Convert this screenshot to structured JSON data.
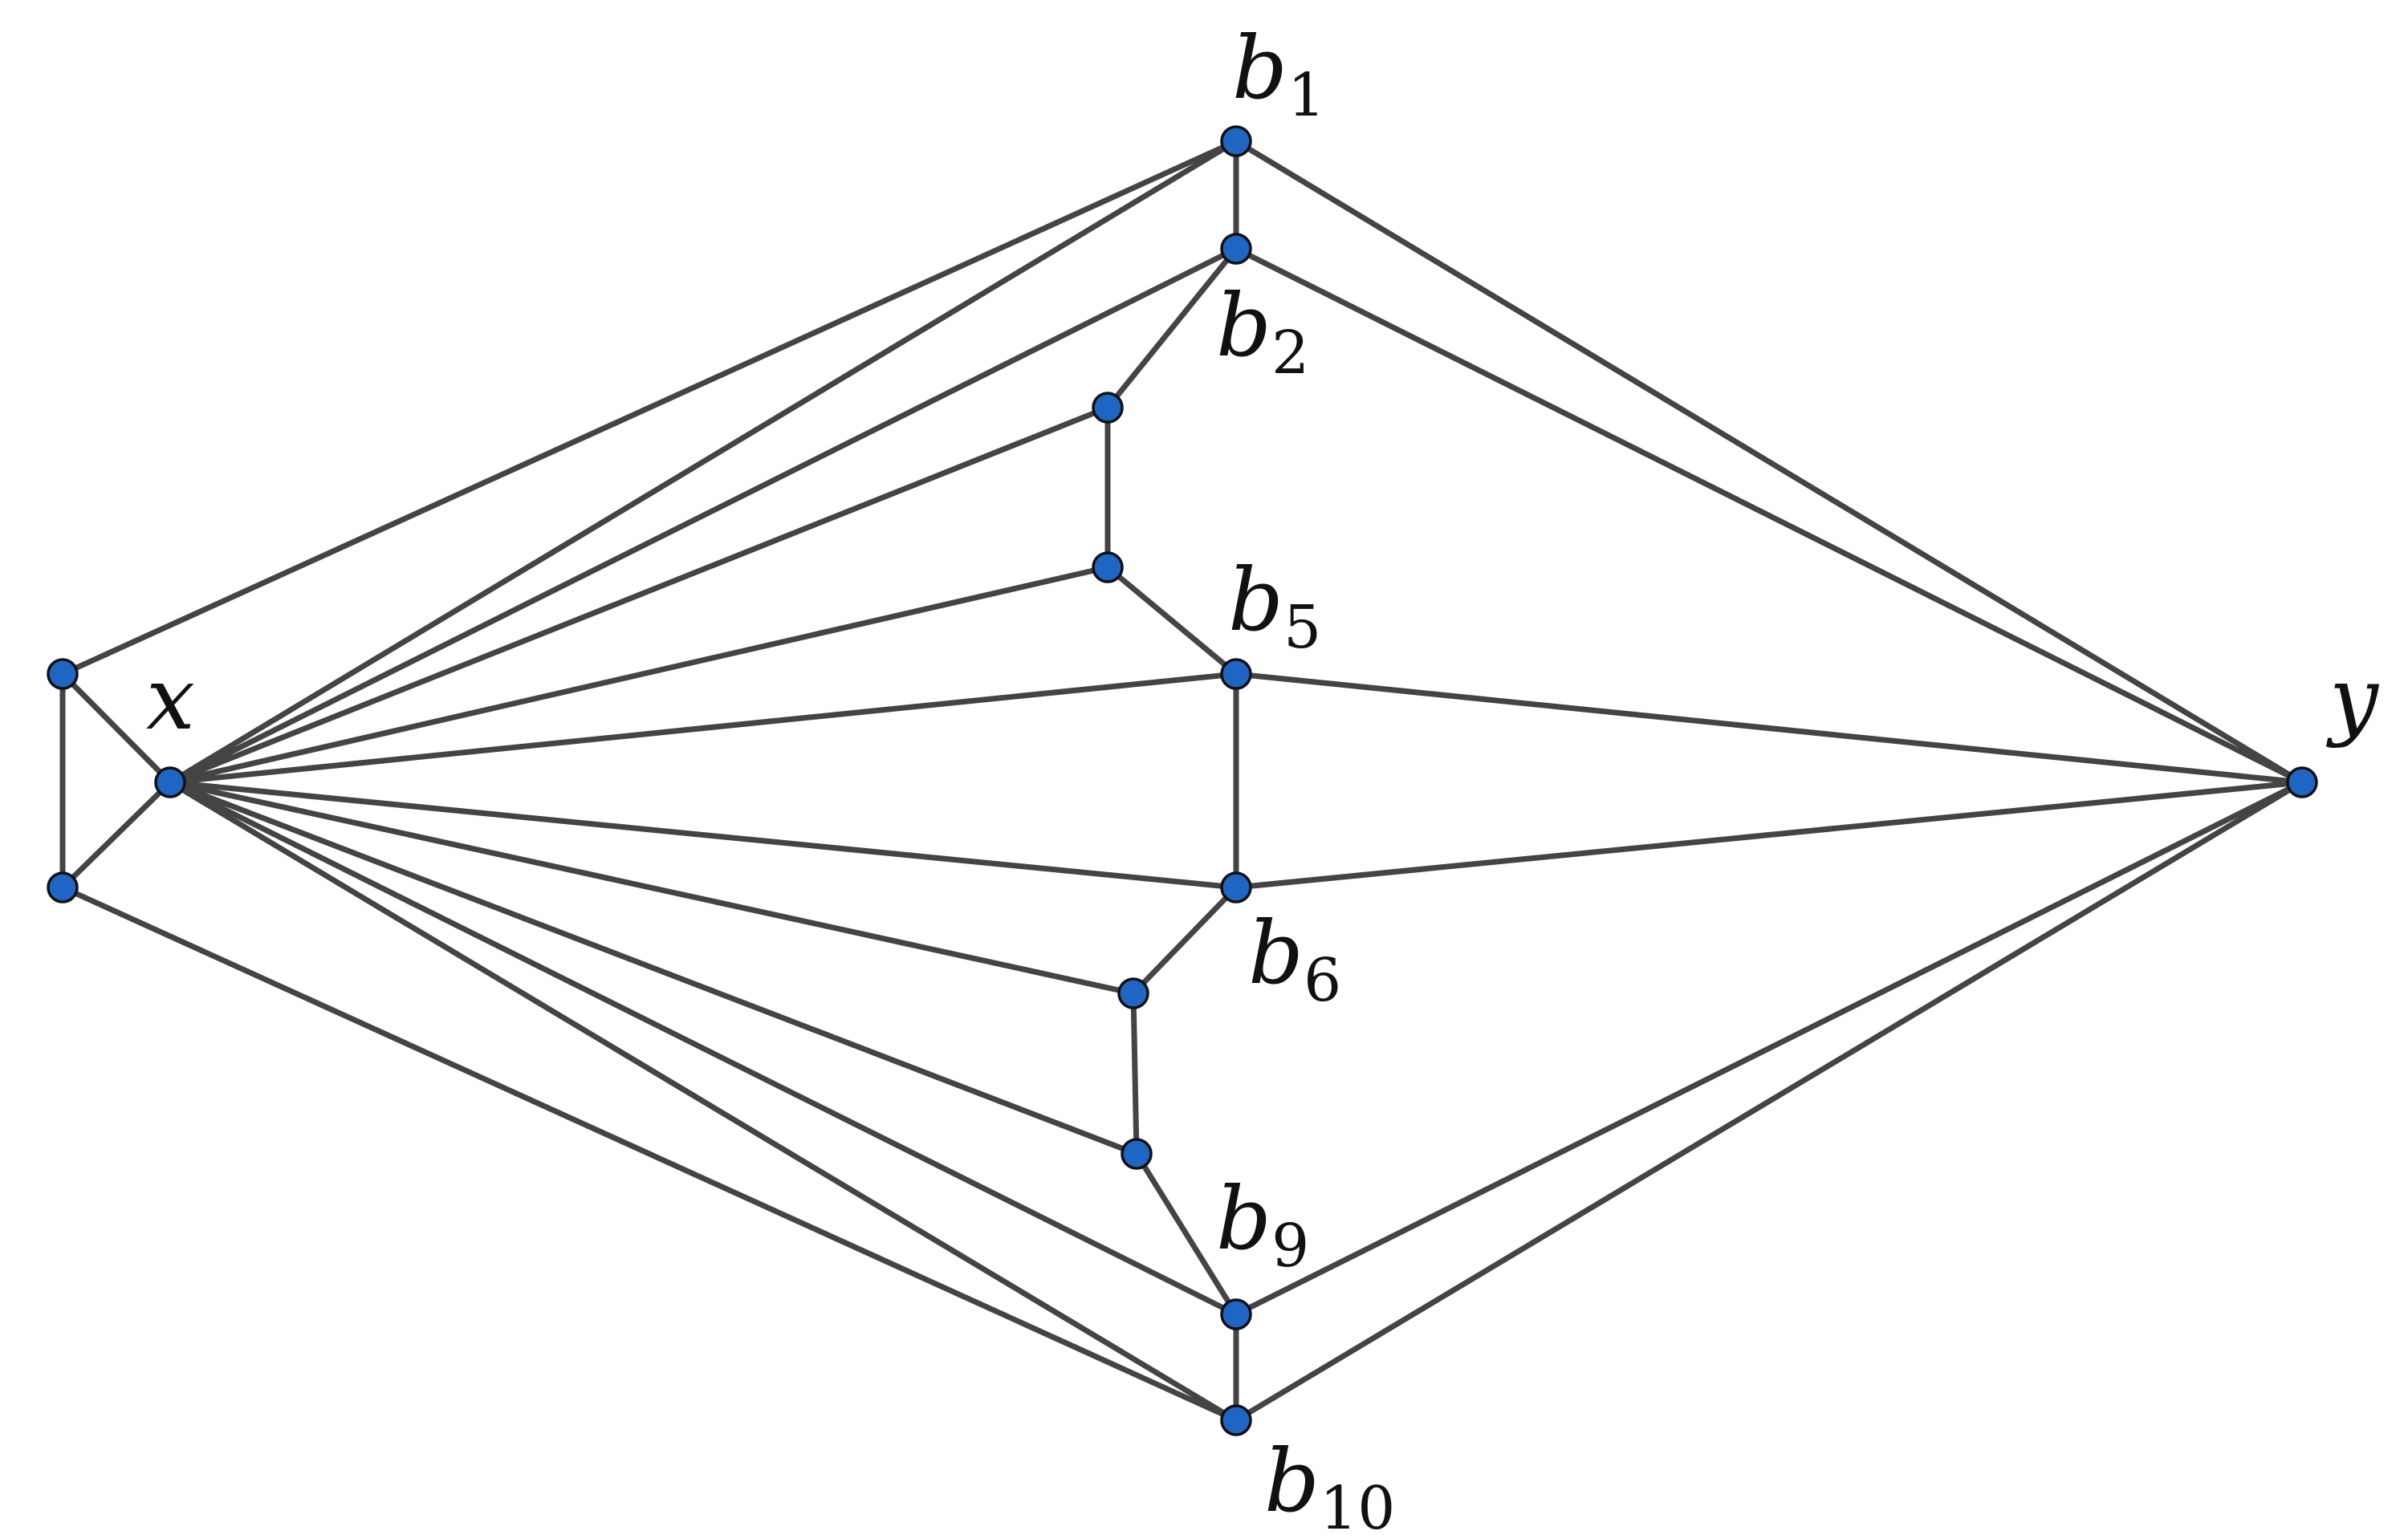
{
  "graph": {
    "vertices": [
      {
        "id": "x",
        "label": "x",
        "sub": ""
      },
      {
        "id": "y",
        "label": "y",
        "sub": ""
      },
      {
        "id": "b1",
        "label": "b",
        "sub": "1"
      },
      {
        "id": "b2",
        "label": "b",
        "sub": "2"
      },
      {
        "id": "b5",
        "label": "b",
        "sub": "5"
      },
      {
        "id": "b6",
        "label": "b",
        "sub": "6"
      },
      {
        "id": "b9",
        "label": "b",
        "sub": "9"
      },
      {
        "id": "b10",
        "label": "b",
        "sub": "10"
      },
      {
        "id": "u3",
        "label": "",
        "sub": ""
      },
      {
        "id": "u4",
        "label": "",
        "sub": ""
      },
      {
        "id": "u7",
        "label": "",
        "sub": ""
      },
      {
        "id": "u8",
        "label": "",
        "sub": ""
      },
      {
        "id": "p",
        "label": "",
        "sub": ""
      },
      {
        "id": "q",
        "label": "",
        "sub": ""
      }
    ],
    "edges": [
      [
        "p",
        "q"
      ],
      [
        "p",
        "x"
      ],
      [
        "q",
        "x"
      ],
      [
        "p",
        "b1"
      ],
      [
        "q",
        "b10"
      ],
      [
        "x",
        "b1"
      ],
      [
        "x",
        "b2"
      ],
      [
        "x",
        "u3"
      ],
      [
        "x",
        "u4"
      ],
      [
        "x",
        "b5"
      ],
      [
        "x",
        "b6"
      ],
      [
        "x",
        "u7"
      ],
      [
        "x",
        "u8"
      ],
      [
        "x",
        "b9"
      ],
      [
        "x",
        "b10"
      ],
      [
        "b1",
        "b2"
      ],
      [
        "b2",
        "u3"
      ],
      [
        "u3",
        "u4"
      ],
      [
        "u4",
        "b5"
      ],
      [
        "b5",
        "b6"
      ],
      [
        "b6",
        "u7"
      ],
      [
        "u7",
        "u8"
      ],
      [
        "u8",
        "b9"
      ],
      [
        "b9",
        "b10"
      ],
      [
        "y",
        "b1"
      ],
      [
        "y",
        "b2"
      ],
      [
        "y",
        "b5"
      ],
      [
        "y",
        "b6"
      ],
      [
        "y",
        "b9"
      ],
      [
        "y",
        "b10"
      ]
    ],
    "colors": {
      "vertex_fill": "#1f66c4",
      "vertex_stroke": "#111111",
      "edge": "#444444",
      "label": "#111111"
    }
  }
}
